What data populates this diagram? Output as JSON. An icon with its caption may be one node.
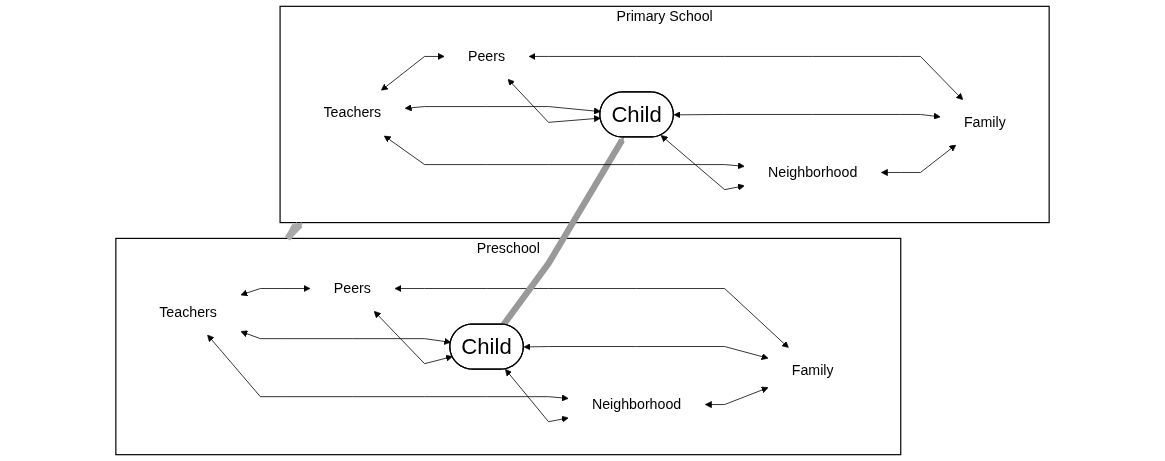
{
  "diagram": {
    "nodes": [
      {
        "text": [
          "Preschool"
        ]
      },
      {
        "text": [
          "Teachers"
        ],
        "in": 0
      },
      {
        "text": [
          "Peers"
        ],
        "in": 0
      },
      {
        "text": [
          "Child"
        ],
        "in": 0
      },
      {
        "text": [
          "Neighborhood"
        ],
        "in": 0
      },
      {
        "text": [
          "Family"
        ],
        "in": 0
      },
      {
        "text": [
          "Primary School"
        ]
      },
      {
        "text": [
          "Teachers"
        ],
        "in": 6
      },
      {
        "text": [
          "Peers"
        ],
        "in": 6
      },
      {
        "text": [
          "Child"
        ],
        "in": 6
      },
      {
        "text": [
          "Neighborhood"
        ],
        "in": 6
      },
      {
        "text": [
          "Family"
        ],
        "in": 6
      }
    ],
    "edges": [
      {
        "from": 1,
        "to": 2,
        "arrow": "both"
      },
      {
        "from": 1,
        "to": 3,
        "arrow": "both"
      },
      {
        "from": 2,
        "to": 3,
        "arrow": "both"
      },
      {
        "from": 1,
        "to": 4,
        "arrow": "both"
      },
      {
        "from": 2,
        "to": 5,
        "arrow": "both"
      },
      {
        "from": 3,
        "to": 4,
        "arrow": "both"
      },
      {
        "from": 3,
        "to": 5,
        "arrow": "both"
      },
      {
        "from": 4,
        "to": 5,
        "arrow": "both"
      },
      {
        "from": 0,
        "to": 6,
        "arrow": "to",
        "style": "thick",
        "color": "#aaaaaa"
      },
      {
        "from": 3,
        "to": 9,
        "arrow": "to",
        "style": "thick",
        "color": "#999999"
      },
      {
        "from": 0,
        "to": 6,
        "arrow": "to",
        "style": "thick",
        "color": "#aaaaaa"
      },
      {
        "from": 7,
        "to": 8,
        "arrow": "both"
      },
      {
        "from": 7,
        "to": 9,
        "arrow": "both"
      },
      {
        "from": 8,
        "to": 9,
        "arrow": "both"
      },
      {
        "from": 7,
        "to": 10,
        "arrow": "both"
      },
      {
        "from": 8,
        "to": 11,
        "arrow": "both"
      },
      {
        "from": 9,
        "to": 10,
        "arrow": "both"
      },
      {
        "from": 9,
        "to": 11,
        "arrow": "both"
      },
      {
        "from": 10,
        "to": 11,
        "arrow": "both"
      }
    ]
  }
}
